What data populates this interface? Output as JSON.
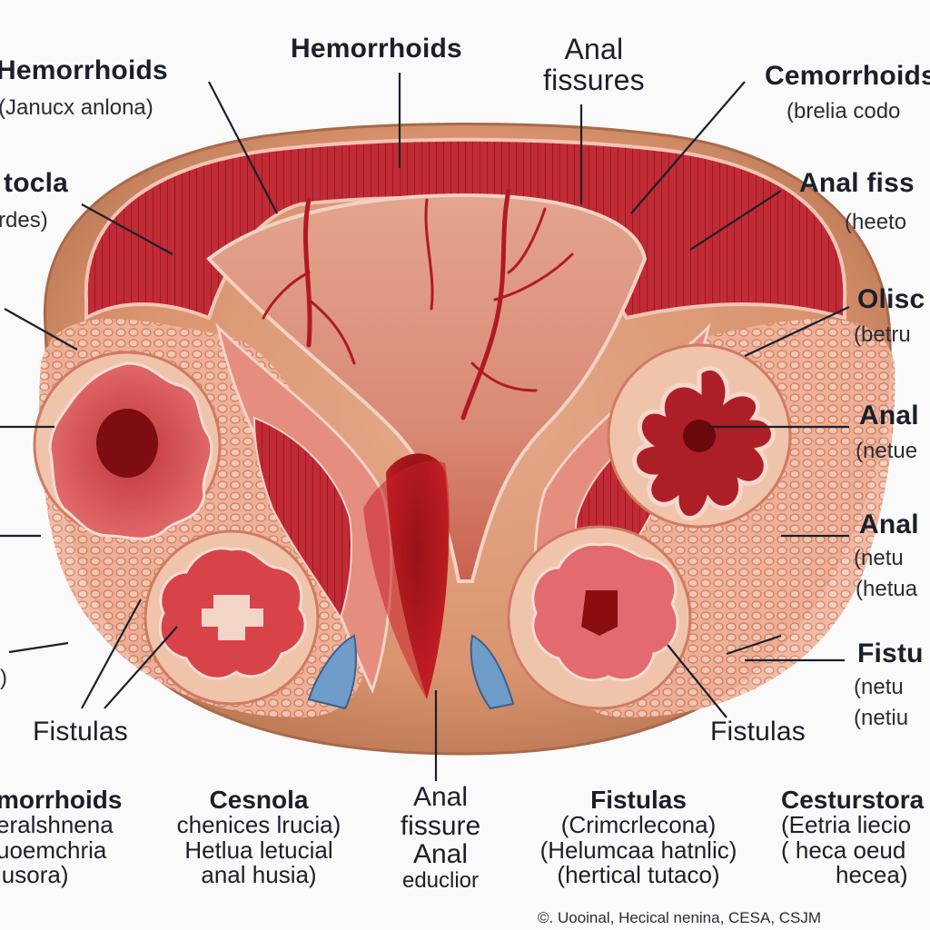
{
  "labels": {
    "top_hemorrhoids": "Hemorrhoids",
    "top_anal_fissures": [
      "Anal",
      "fissures"
    ],
    "tl_title": "Hemorrhoids",
    "tl_sub": "(Janucx anlona)",
    "tr_title": "Cemorrhoids",
    "tr_sub": "(brelia codo",
    "l2_title": "tocla",
    "l2_sub": "rdes)",
    "r2_title": "Anal fiss",
    "r2_sub": "(heeto",
    "r3_title": "Olisc",
    "r3_sub": "(betru",
    "r4_title": "Anal",
    "r4_sub": "(netue",
    "r5_title": "Anal",
    "r5_sub1": "(netu",
    "r5_sub2": "(hetua",
    "r6_title": "Fistu",
    "r6_sub1": "(netu",
    "r6_sub2": "(netiu",
    "l_paren": ")",
    "fistulas_left": "Fistulas",
    "fistulas_right": "Fistulas"
  },
  "bottom_columns": [
    {
      "id": "col1",
      "lines": [
        "morrhoids",
        "eralshnena",
        "uoemchria",
        "lusora)"
      ]
    },
    {
      "id": "col2",
      "lines": [
        "Cesnola",
        "chenices lrucia)",
        "Hetlua  letucial",
        "anal husia)"
      ]
    },
    {
      "id": "col3",
      "lines": [
        "Anal",
        "fissure",
        "Anal",
        "educlior"
      ]
    },
    {
      "id": "col4",
      "lines": [
        "Fistulas",
        "(Crimcrlecona)",
        "(Helumcaa hatnlic)",
        "(hertical tutaco)"
      ]
    },
    {
      "id": "col5",
      "lines": [
        "Cesturstora",
        "(Eetria liecio",
        "( heca  oeud",
        "hecea)"
      ]
    }
  ],
  "credit": "©. Uooinal, Hecical nenina, CESA, CSJM",
  "colors": {
    "outer_tissue": "#cf8a66",
    "muscle_red": "#c22a35",
    "vein_red": "#b11a22",
    "mucosa_pink": "#e07a78",
    "lumen_dark": "#8a0e10",
    "vein_blue": "#6f9cc9",
    "fat_orange": "#e8a78a",
    "leader_line": "#1b1f2a"
  }
}
